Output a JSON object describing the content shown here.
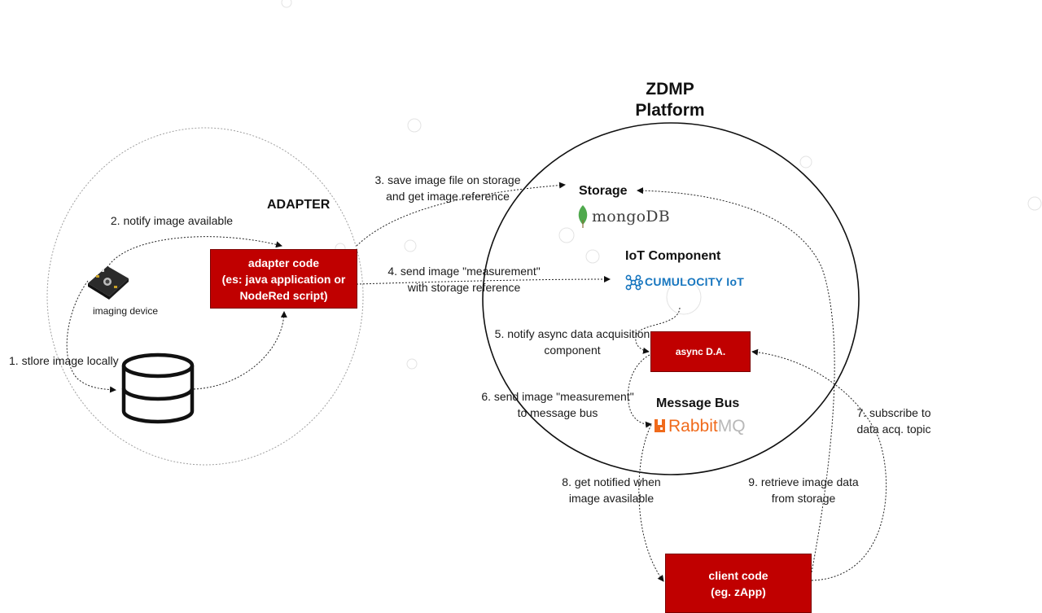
{
  "platform": {
    "title_line1": "ZDMP",
    "title_line2": "Platform"
  },
  "adapter": {
    "title": "ADAPTER",
    "code_box_line1": "adapter code",
    "code_box_line2": "(es: java application or",
    "code_box_line3": "NodeRed script)",
    "device_label": "imaging device"
  },
  "components": {
    "storage_heading": "Storage",
    "storage_logo_text": "mongoDB",
    "iot_heading": "IoT Component",
    "iot_logo_text": "CUMULOCITY IoT",
    "async_box_label": "async D.A.",
    "message_bus_heading": "Message Bus",
    "rabbit_logo_part1": "Rabbit",
    "rabbit_logo_part2": "MQ"
  },
  "client": {
    "box_line1": "client code",
    "box_line2": "(eg. zApp)"
  },
  "steps": {
    "s1": "1. stlore image locally",
    "s2": "2. notify image available",
    "s3_line1": "3. save image file on storage",
    "s3_line2": "and get image reference",
    "s4_line1": "4. send image \"measurement\"",
    "s4_line2": "with storage reference",
    "s5_line1": "5. notify async data acquisition",
    "s5_line2": "component",
    "s6_line1": "6. send image \"measurement\"",
    "s6_line2": "to message bus",
    "s7_line1": "7. subscribe to",
    "s7_line2": "data acq. topic",
    "s8_line1": "8. get notified when",
    "s8_line2": "image avasilable",
    "s9_line1": "9. retrieve image data",
    "s9_line2": "from storage"
  },
  "colors": {
    "box_red": "#c00000",
    "mongo_green": "#4fa94d",
    "cumulocity_blue": "#1776bf",
    "rabbit_orange": "#f06a1b"
  },
  "icons": [
    "imaging-device-icon",
    "database-icon",
    "mongodb-leaf-icon",
    "cumulocity-icon",
    "rabbitmq-icon"
  ]
}
